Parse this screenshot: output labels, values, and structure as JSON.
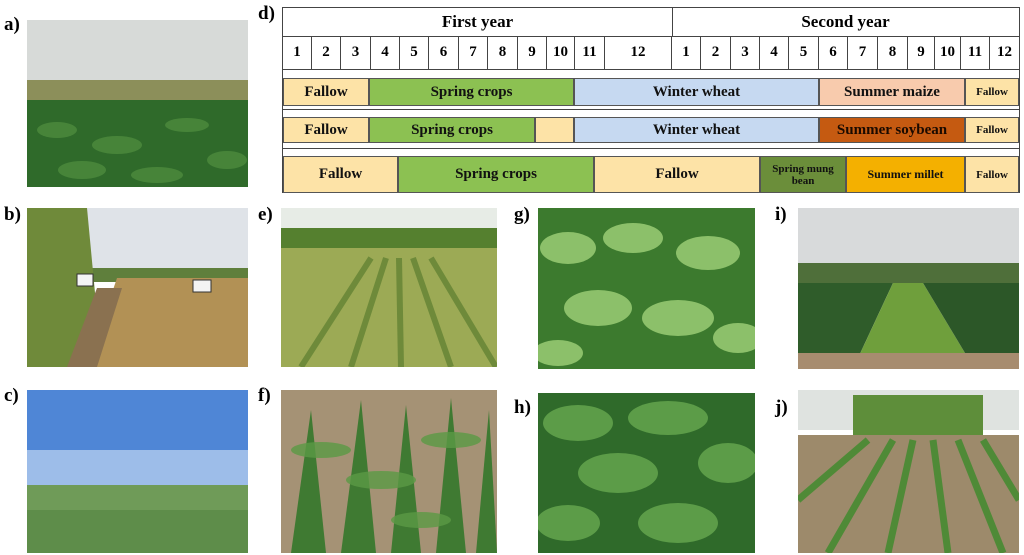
{
  "panel_labels": {
    "a": "a)",
    "b": "b)",
    "c": "c)",
    "d": "d)",
    "e": "e)",
    "f": "f)",
    "g": "g)",
    "h": "h)",
    "i": "i)",
    "j": "j)"
  },
  "timeline": {
    "year1": "First year",
    "year2": "Second year",
    "months": [
      "1",
      "2",
      "3",
      "4",
      "5",
      "6",
      "7",
      "8",
      "9",
      "10",
      "11",
      "12",
      "1",
      "2",
      "3",
      "4",
      "5",
      "6",
      "7",
      "8",
      "9",
      "10",
      "11",
      "12"
    ],
    "rows": [
      [
        {
          "label": "Fallow",
          "color": "#fde3a7"
        },
        {
          "label": "Spring crops",
          "color": "#8cc152"
        },
        {
          "label": "Winter wheat",
          "color": "#c6d9f1"
        },
        {
          "label": "Summer maize",
          "color": "#f8cbad"
        },
        {
          "label": "Fallow",
          "color": "#fde3a7"
        }
      ],
      [
        {
          "label": "Fallow",
          "color": "#fde3a7"
        },
        {
          "label": "Spring crops",
          "color": "#8cc152"
        },
        {
          "label": "",
          "color": "#fde3a7"
        },
        {
          "label": "Winter wheat",
          "color": "#c6d9f1"
        },
        {
          "label": "Summer soybean",
          "color": "#c55a11"
        },
        {
          "label": "Fallow",
          "color": "#fde3a7"
        }
      ],
      [
        {
          "label": "Fallow",
          "color": "#fde3a7"
        },
        {
          "label": "Spring crops",
          "color": "#8cc152"
        },
        {
          "label": "Fallow",
          "color": "#fde3a7"
        },
        {
          "label": "Spring mung bean",
          "color": "#6b8e3a"
        },
        {
          "label": "Summer millet",
          "color": "#f4b000"
        },
        {
          "label": "Fallow",
          "color": "#fde3a7"
        }
      ]
    ]
  }
}
